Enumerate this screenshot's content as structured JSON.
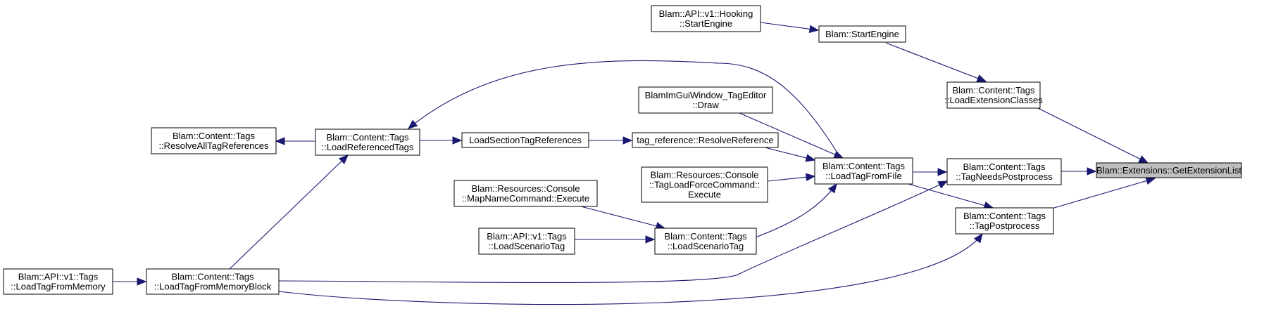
{
  "graph": {
    "edge_color": "#191970",
    "root_fill": "#bfbfbf",
    "nodes": [
      {
        "id": "get_ext_list",
        "name": "node-get-extension-list",
        "lines": [
          "Blam::Extensions::GetExtensionList"
        ],
        "root": true
      },
      {
        "id": "load_ext_classes",
        "name": "node-load-extension-classes",
        "lines": [
          "Blam::Content::Tags",
          "::LoadExtensionClasses"
        ]
      },
      {
        "id": "needs_post",
        "name": "node-tag-needs-postprocess",
        "lines": [
          "Blam::Content::Tags",
          "::TagNeedsPostprocess"
        ]
      },
      {
        "id": "tag_post",
        "name": "node-tag-postprocess",
        "lines": [
          "Blam::Content::Tags",
          "::TagPostprocess"
        ]
      },
      {
        "id": "start_engine",
        "name": "node-start-engine",
        "lines": [
          "Blam::StartEngine"
        ]
      },
      {
        "id": "hook_start",
        "name": "node-hooking-start-engine",
        "lines": [
          "Blam::API::v1::Hooking",
          "::StartEngine"
        ]
      },
      {
        "id": "load_from_file",
        "name": "node-load-tag-from-file",
        "lines": [
          "Blam::Content::Tags",
          "::LoadTagFromFile"
        ]
      },
      {
        "id": "mem_block",
        "name": "node-load-tag-from-memory-block",
        "lines": [
          "Blam::Content::Tags",
          "::LoadTagFromMemoryBlock"
        ]
      },
      {
        "id": "mem",
        "name": "node-load-tag-from-memory",
        "lines": [
          "Blam::API::v1::Tags",
          "::LoadTagFromMemory"
        ]
      },
      {
        "id": "imgui_draw",
        "name": "node-imgui-tag-editor-draw",
        "lines": [
          "BlamImGuiWindow_TagEditor",
          "::Draw"
        ]
      },
      {
        "id": "resolve_ref",
        "name": "node-resolve-reference",
        "lines": [
          "tag_reference::ResolveReference"
        ]
      },
      {
        "id": "force_cmd",
        "name": "node-tag-load-force-command",
        "lines": [
          "Blam::Resources::Console",
          "::TagLoadForceCommand::",
          "Execute"
        ]
      },
      {
        "id": "load_scenario",
        "name": "node-load-scenario-tag",
        "lines": [
          "Blam::Content::Tags",
          "::LoadScenarioTag"
        ]
      },
      {
        "id": "load_section",
        "name": "node-load-section-tag-references",
        "lines": [
          "LoadSectionTagReferences"
        ]
      },
      {
        "id": "load_refs",
        "name": "node-load-referenced-tags",
        "lines": [
          "Blam::Content::Tags",
          "::LoadReferencedTags"
        ]
      },
      {
        "id": "resolve_all",
        "name": "node-resolve-all-tag-references",
        "lines": [
          "Blam::Content::Tags",
          "::ResolveAllTagReferences"
        ]
      },
      {
        "id": "mapname_cmd",
        "name": "node-map-name-command",
        "lines": [
          "Blam::Resources::Console",
          "::MapNameCommand::Execute"
        ]
      },
      {
        "id": "api_load_scenario",
        "name": "node-api-load-scenario-tag",
        "lines": [
          "Blam::API::v1::Tags",
          "::LoadScenarioTag"
        ]
      }
    ]
  }
}
